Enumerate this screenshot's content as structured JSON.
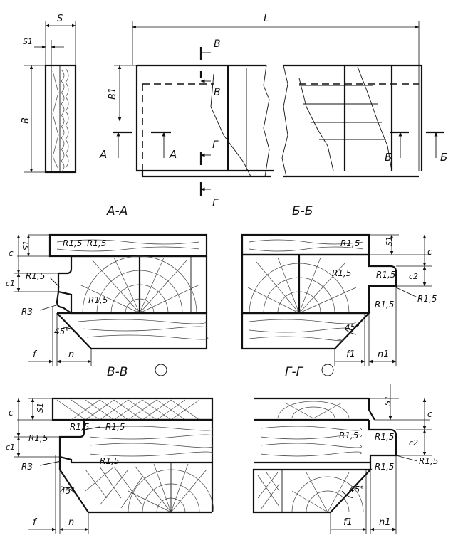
{
  "labels": {
    "dim_S": "S",
    "dim_S1": "S1",
    "dim_B": "B",
    "dim_B1": "B1",
    "dim_L": "L",
    "dim_c": "c",
    "dim_c1": "c1",
    "dim_c2": "c2",
    "dim_f": "f",
    "dim_f1": "f1",
    "dim_n": "n",
    "dim_n1": "n1",
    "radius_small": "R1,5",
    "radius_large": "R3",
    "angle": "45°",
    "cut_A": "A",
    "cut_B": "Б",
    "cut_V": "В",
    "cut_G": "Г",
    "section_AA": "А-А",
    "section_BB": "Б-Б",
    "section_VV": "В-В",
    "section_GG": "Г-Г"
  }
}
